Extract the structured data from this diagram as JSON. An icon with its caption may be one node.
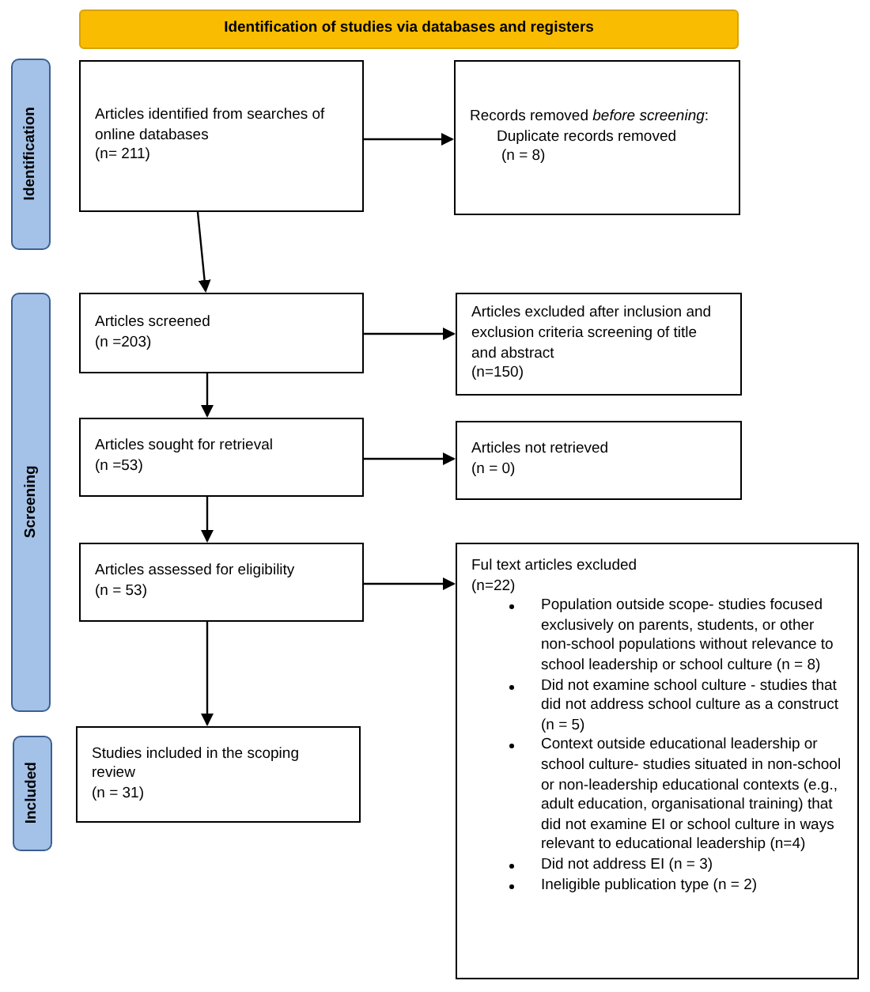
{
  "diagram": {
    "nodes": [
      {
        "text": [
          "Identification of studies via databases and registers"
        ]
      },
      {
        "text": [
          "Identification"
        ]
      },
      {
        "text": [
          "Screening"
        ]
      },
      {
        "text": [
          "Included"
        ]
      },
      {
        "text": [
          "Articles identified from searches of online databases",
          "(n= 211)"
        ]
      },
      {
        "text": [
          "Records removed *before screening*:",
          "Duplicate records removed",
          "(n = 8)"
        ]
      },
      {
        "text": [
          "Articles screened",
          "(n =203)"
        ]
      },
      {
        "text": [
          "Articles excluded after inclusion and exclusion criteria screening of title and abstract",
          "(n=150)"
        ]
      },
      {
        "text": [
          "Articles sought for retrieval",
          "(n =53)"
        ]
      },
      {
        "text": [
          "Articles not retrieved",
          "(n = 0)"
        ]
      },
      {
        "text": [
          "Articles assessed for eligibility",
          "(n = 53)"
        ]
      },
      {
        "text": [
          "Ful text articles excluded",
          "(n=22)",
          "Population outside scope- studies focused exclusively on parents, students, or other non-school populations without relevance to school leadership or school culture (n = 8)",
          "Did not examine school culture - studies that did not address school culture as a construct (n = 5)",
          "Context outside educational leadership or school culture- studies situated in non-school or non-leadership educational contexts (e.g., adult education, organisational training) that did not examine EI or school culture in ways relevant to educational leadership (n=4)",
          "Did not address EI (n = 3)",
          "Ineligible publication type (n = 2)"
        ]
      },
      {
        "text": [
          "Studies included in the scoping review",
          "(n = 31)"
        ]
      }
    ],
    "edges": [
      {
        "from": 4,
        "to": 5,
        "arrow": "to"
      },
      {
        "from": 4,
        "to": 6,
        "arrow": "to"
      },
      {
        "from": 6,
        "to": 7,
        "arrow": "to"
      },
      {
        "from": 6,
        "to": 8,
        "arrow": "to"
      },
      {
        "from": 8,
        "to": 9,
        "arrow": "to"
      },
      {
        "from": 8,
        "to": 10,
        "arrow": "to"
      },
      {
        "from": 10,
        "to": 11,
        "arrow": "to"
      },
      {
        "from": 10,
        "to": 12,
        "arrow": "to"
      }
    ]
  }
}
